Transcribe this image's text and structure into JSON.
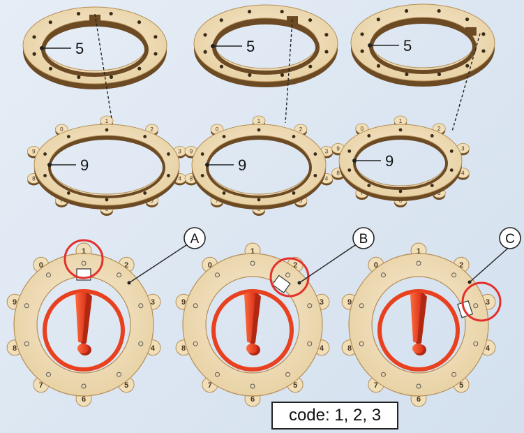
{
  "diagram": {
    "top_part_label": "5",
    "mid_part_label": "9",
    "step_labels": [
      "A",
      "B",
      "C"
    ],
    "dial_digits": [
      "1",
      "2",
      "3",
      "4",
      "5",
      "6",
      "7",
      "8",
      "9",
      "0"
    ],
    "code_text": "code: 1, 2, 3"
  },
  "colors": {
    "wood_light": "#f0dfb8",
    "wood_edge": "#b48d55",
    "wood_dark": "#6b4a24",
    "warning_red": "#e8411f",
    "highlight_red": "#e3302a",
    "background": "#dde6f1"
  },
  "icons": {
    "warning": "exclamation-mark-icon"
  }
}
